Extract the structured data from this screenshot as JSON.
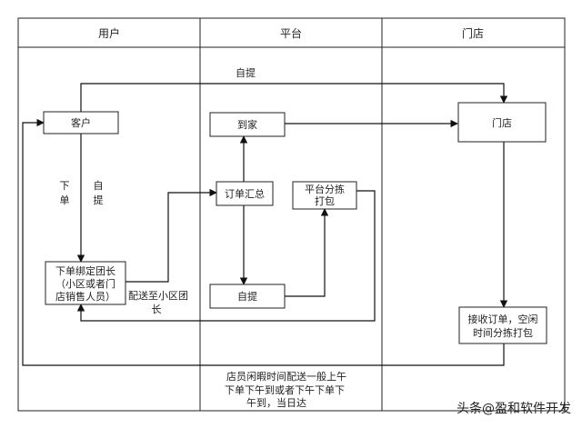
{
  "lanes": {
    "user": "用户",
    "platform": "平台",
    "store": "门店"
  },
  "nodes": {
    "customer": "客户",
    "group_leader": [
      "下单绑定团长",
      "（小区或者门",
      "店销售人员）"
    ],
    "home_delivery": "到家",
    "order_summary": "订单汇总",
    "platform_sort": [
      "平台分拣",
      "打包"
    ],
    "self_pickup": "自提",
    "store": "门店",
    "store_receive": [
      "接收订单，空闲",
      "时间分拣打包"
    ]
  },
  "labels": {
    "top_self_pickup": "自提",
    "order_vertical": [
      "下",
      "单"
    ],
    "pickup_vertical": [
      "自",
      "提"
    ],
    "deliver_to_leader": [
      "配送至小区团",
      "长"
    ]
  },
  "note": [
    "店员闲暇时间配送一般上午",
    "下单下午到或者下午下单下",
    "午到，当日达"
  ],
  "watermark": "头条@盈和软件开发"
}
